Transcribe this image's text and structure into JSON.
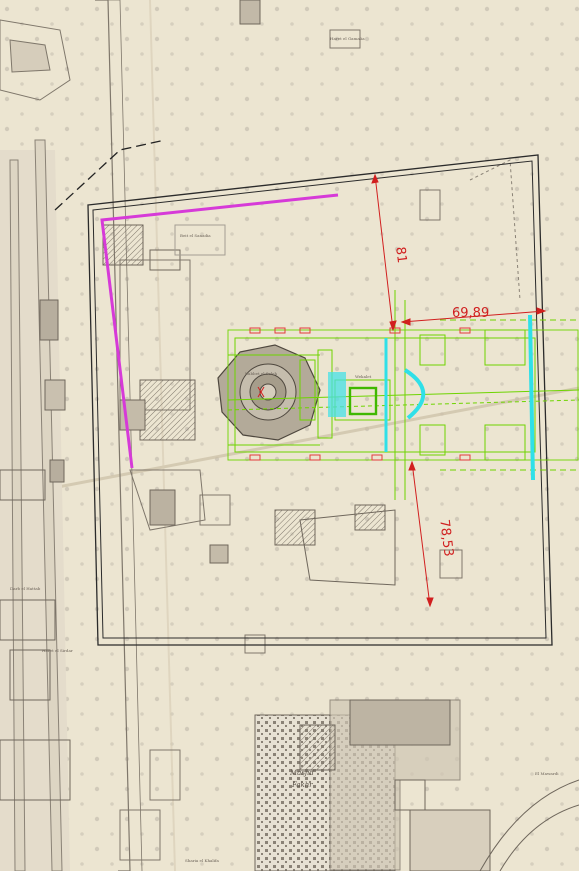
{
  "map": {
    "colors": {
      "paper": "#efe8d6",
      "ink": "#6f675c",
      "frame": "#2b2b2b",
      "dimension": "#d11f1f",
      "magenta": "#d63ad8",
      "cyan": "#2fe0e8",
      "green": "#59c400",
      "lime": "#9be04a"
    },
    "dimensions": [
      {
        "id": "north",
        "label": "81"
      },
      {
        "id": "east",
        "label": "69,89"
      },
      {
        "id": "south",
        "label": "78,53"
      }
    ],
    "labels": {
      "mosque": "Masjid",
      "mosque_name": "Fakhr",
      "bottom_street": "Sharia el Khalifa",
      "right_label": "El Mawardi",
      "left_label": "Darb el Hattab",
      "left_small": "Haret el Sirdar",
      "top_small": "Haret el Gamalia",
      "upper_bldg": "Beit el Sanadia",
      "inner_bldg": "Wekalet",
      "center_label": "Kubbet el Saleh"
    }
  }
}
